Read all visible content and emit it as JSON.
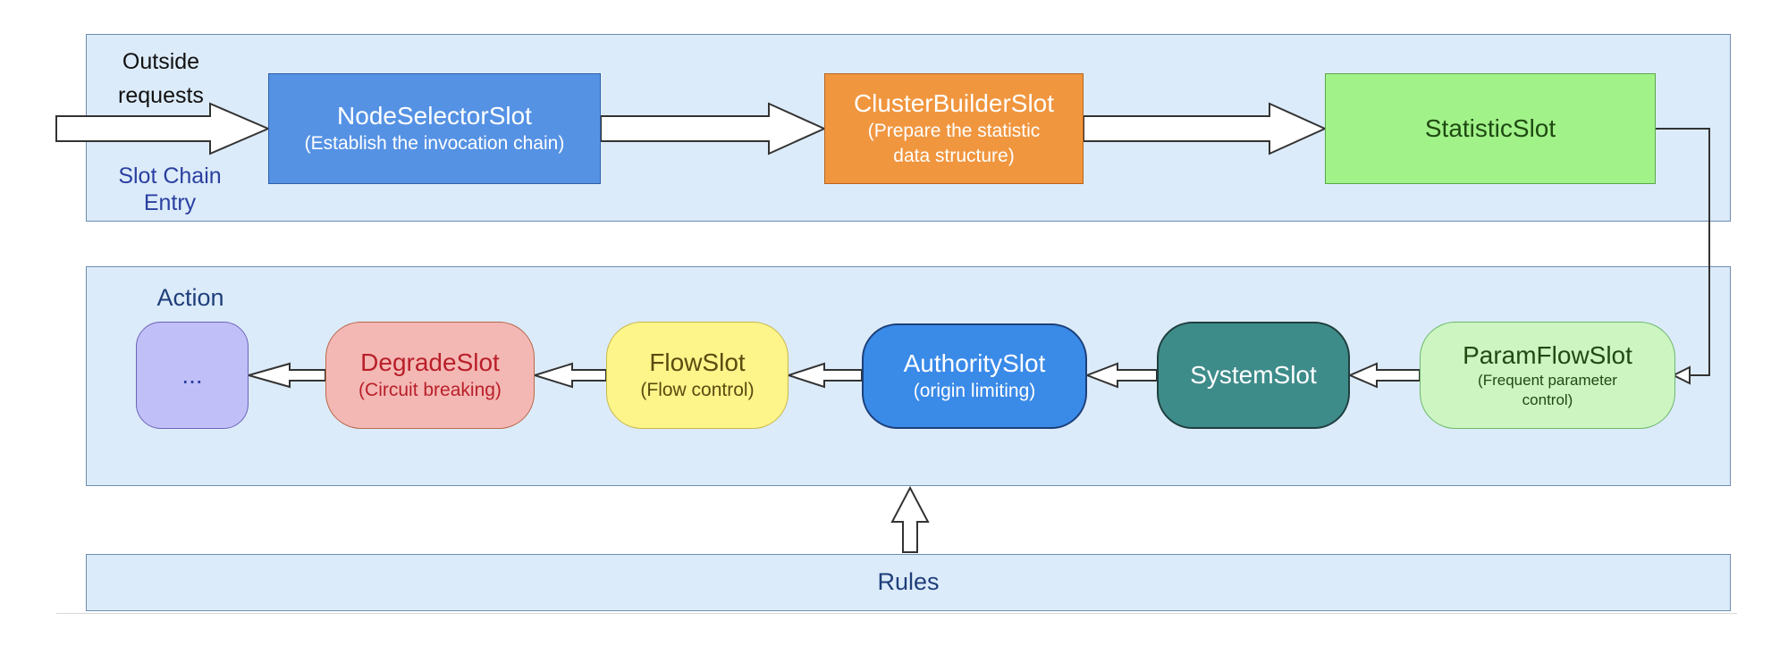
{
  "outside_label": {
    "line1": "Outside",
    "line2": "requests"
  },
  "entry_label": {
    "line1": "Slot Chain",
    "line2": "Entry"
  },
  "action_label": "Action",
  "rules_label": "Rules",
  "top_slots": [
    {
      "title": "NodeSelectorSlot",
      "subtitle": "(Establish the invocation chain)"
    },
    {
      "title": "ClusterBuilderSlot",
      "subtitle1": "(Prepare the statistic",
      "subtitle2": "data structure)"
    },
    {
      "title": "StatisticSlot"
    }
  ],
  "bottom_slots": [
    {
      "title": "ParamFlowSlot",
      "subtitle1": "(Frequent parameter",
      "subtitle2": "control)"
    },
    {
      "title": "SystemSlot"
    },
    {
      "title": "AuthoritySlot",
      "subtitle": "(origin limiting)"
    },
    {
      "title": "FlowSlot",
      "subtitle": "(Flow control)"
    },
    {
      "title": "DegradeSlot",
      "subtitle": "(Circuit breaking)"
    },
    {
      "title": "..."
    }
  ],
  "colors": {
    "panel_fill": "#dcebfa",
    "panel_border": "#6f8bb0",
    "node_selector": "#5592e4",
    "cluster_builder": "#f0963f",
    "statistic": "#a2f28a",
    "param_flow": "#cdf5c2",
    "system": "#3e8c8a",
    "authority": "#3a8ae8",
    "flow": "#fdf58a",
    "degrade": "#f4b8b4",
    "action": "#c0bff8",
    "label_blue": "#2a3fa0"
  }
}
